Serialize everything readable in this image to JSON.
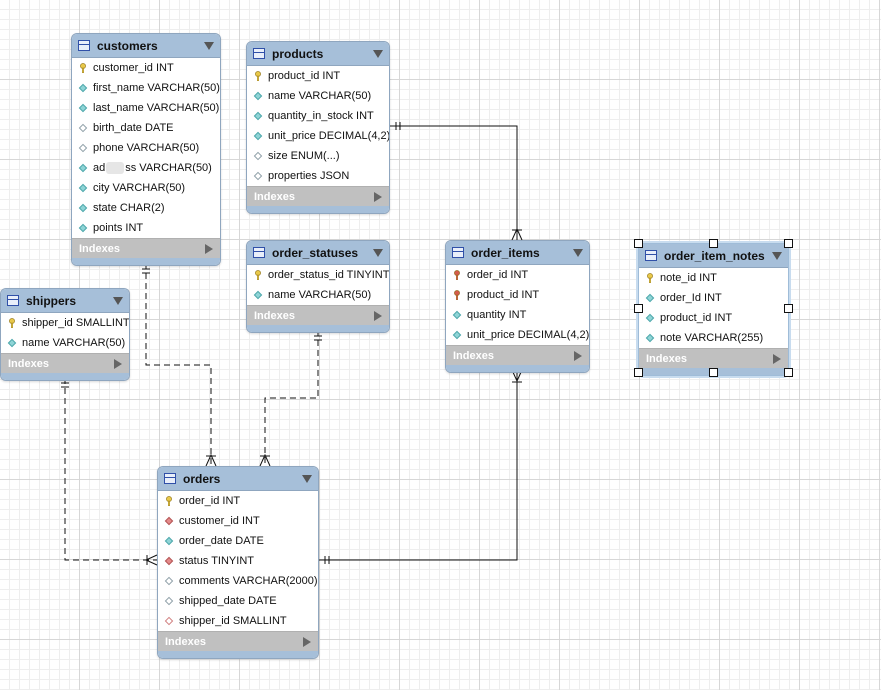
{
  "tables": {
    "customers": {
      "name": "customers",
      "footer": "Indexes",
      "columns": [
        {
          "text": "customer_id INT",
          "kind": "pk"
        },
        {
          "text": "first_name VARCHAR(50)",
          "kind": "nn"
        },
        {
          "text": "last_name VARCHAR(50)",
          "kind": "nn"
        },
        {
          "text": "birth_date DATE",
          "kind": "nl"
        },
        {
          "text": "phone VARCHAR(50)",
          "kind": "nl"
        },
        {
          "text": "ad",
          "suffix": "ss VARCHAR(50)",
          "kind": "nn",
          "redacted": true
        },
        {
          "text": "city VARCHAR(50)",
          "kind": "nn"
        },
        {
          "text": "state CHAR(2)",
          "kind": "nn"
        },
        {
          "text": "points INT",
          "kind": "nn"
        }
      ]
    },
    "products": {
      "name": "products",
      "footer": "Indexes",
      "columns": [
        {
          "text": "product_id INT",
          "kind": "pk"
        },
        {
          "text": "name VARCHAR(50)",
          "kind": "nn"
        },
        {
          "text": "quantity_in_stock INT",
          "kind": "nn"
        },
        {
          "text": "unit_price DECIMAL(4,2)",
          "kind": "nn"
        },
        {
          "text": "size ENUM(...)",
          "kind": "nl"
        },
        {
          "text": "properties JSON",
          "kind": "nl"
        }
      ]
    },
    "shippers": {
      "name": "shippers",
      "footer": "Indexes",
      "columns": [
        {
          "text": "shipper_id SMALLINT",
          "kind": "pk"
        },
        {
          "text": "name VARCHAR(50)",
          "kind": "nn"
        }
      ]
    },
    "order_statuses": {
      "name": "order_statuses",
      "footer": "Indexes",
      "columns": [
        {
          "text": "order_status_id TINYINT",
          "kind": "pk"
        },
        {
          "text": "name VARCHAR(50)",
          "kind": "nn"
        }
      ]
    },
    "order_items": {
      "name": "order_items",
      "footer": "Indexes",
      "columns": [
        {
          "text": "order_id INT",
          "kind": "pkfk"
        },
        {
          "text": "product_id INT",
          "kind": "pkfk"
        },
        {
          "text": "quantity INT",
          "kind": "nn"
        },
        {
          "text": "unit_price DECIMAL(4,2)",
          "kind": "nn"
        }
      ]
    },
    "order_item_notes": {
      "name": "order_item_notes",
      "footer": "Indexes",
      "columns": [
        {
          "text": "note_id INT",
          "kind": "pk"
        },
        {
          "text": "order_Id INT",
          "kind": "nn"
        },
        {
          "text": "product_id INT",
          "kind": "nn"
        },
        {
          "text": "note VARCHAR(255)",
          "kind": "nn"
        }
      ]
    },
    "orders": {
      "name": "orders",
      "footer": "Indexes",
      "columns": [
        {
          "text": "order_id INT",
          "kind": "pk"
        },
        {
          "text": "customer_id INT",
          "kind": "fk"
        },
        {
          "text": "order_date DATE",
          "kind": "nn"
        },
        {
          "text": "status TINYINT",
          "kind": "fk"
        },
        {
          "text": "comments VARCHAR(2000)",
          "kind": "nl"
        },
        {
          "text": "shipped_date DATE",
          "kind": "nl"
        },
        {
          "text": "shipper_id SMALLINT",
          "kind": "fko"
        }
      ]
    }
  },
  "relationships": [
    {
      "from": "customers",
      "to": "orders",
      "style": "dashed",
      "parent_end": "one",
      "child_end": "many"
    },
    {
      "from": "order_statuses",
      "to": "orders",
      "style": "dashed",
      "parent_end": "one",
      "child_end": "many"
    },
    {
      "from": "shippers",
      "to": "orders",
      "style": "dashed",
      "parent_end": "one",
      "child_end": "zero-or-many"
    },
    {
      "from": "products",
      "to": "order_items",
      "style": "solid",
      "parent_end": "one",
      "child_end": "many"
    },
    {
      "from": "orders",
      "to": "order_items",
      "style": "solid",
      "parent_end": "one",
      "child_end": "many"
    }
  ],
  "selected_table": "order_item_notes",
  "colors": {
    "header": "#a6bfd9",
    "footer": "#c0c0c0",
    "border": "#8fa6bf",
    "pk_key": "#e8c84a",
    "fk_key": "#d45c4c",
    "nn_marker": "#8fd4d6",
    "fk_marker": "#e48a8a"
  }
}
